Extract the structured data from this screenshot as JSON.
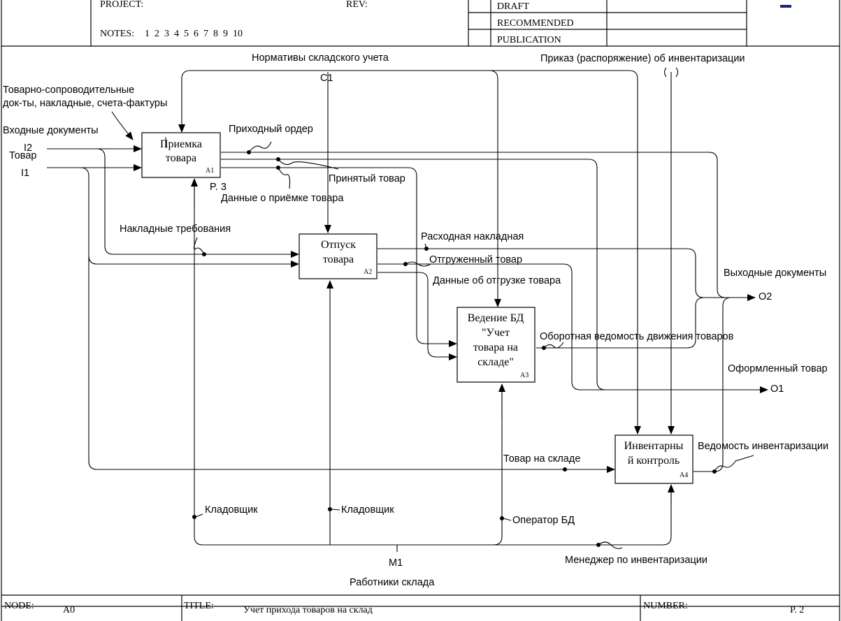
{
  "header": {
    "project_label": "PROJECT:",
    "rev_label": "REV:",
    "notes_label": "NOTES:",
    "notes_numbers": "1  2  3  4  5  6  7  8  9  10",
    "status": [
      "DRAFT",
      "RECOMMENDED",
      "PUBLICATION"
    ]
  },
  "footer": {
    "node_label": "NODE:",
    "node_value": "A0",
    "title_label": "TITLE:",
    "title_value": "Учет прихода товаров на склад",
    "number_label": "NUMBER:",
    "number_value": "P. 2"
  },
  "boxes": [
    {
      "id": "A1",
      "lines": [
        "Приемка",
        "товара"
      ]
    },
    {
      "id": "A2",
      "lines": [
        "Отпуск",
        "товара"
      ]
    },
    {
      "id": "A3",
      "lines": [
        "Ведение БД",
        "\"Учет",
        "товара на",
        "складе\""
      ]
    },
    {
      "id": "A4",
      "lines": [
        "Инвентарны",
        "й контроль"
      ]
    }
  ],
  "boundary": {
    "c1": "C1",
    "i1": "I1",
    "i2": "I2",
    "m1": "M1",
    "o1": "O1",
    "o2": "O2"
  },
  "labels": {
    "normativy": "Нормативы складского учета",
    "prikaz": "Приказ (распоряжение) об инвентаризации",
    "tovarno_1": "Товарно-сопроводительные",
    "tovarno_2": "док-ты, накладные, счета-фактуры",
    "vkhodnye": "Входные документы",
    "tovar": "Товар",
    "prikhodny_order": "Приходный ордер",
    "prinyaty_tovar": "Принятый товар",
    "dannye_priemka": "Данные о приёмке товара",
    "p3": "P. 3",
    "nakladnye_treb": "Накладные требования",
    "raskhodnaya": "Расходная накладная",
    "otgruzhenny": "Отгруженный товар",
    "dannye_otgruzka": "Данные об отгрузке товара",
    "vykhodnye": "Выходные документы",
    "oborotnaya": "Оборотная ведомость движения товаров",
    "oformlenny": "Оформленный товар",
    "tovar_na_sklade": "Товар на складе",
    "vedomost_inv": "Ведомость инвентаризации",
    "kladovshchik_1": "Кладовщик",
    "kladovshchik_2": "Кладовщик",
    "operator": "Оператор БД",
    "menedzher": "Менеджер по инвентаризации",
    "rabotniki": "Работники склада"
  }
}
